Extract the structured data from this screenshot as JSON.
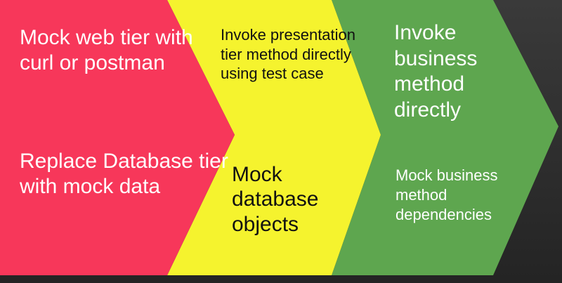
{
  "colors": {
    "background": "#2e2e2e",
    "red": "#f7375a",
    "yellow": "#f5f32e",
    "green": "#5ea64f"
  },
  "stages": [
    {
      "name": "red",
      "top_text": "Mock web tier with curl or postman",
      "bottom_text": "Replace Database tier with mock data"
    },
    {
      "name": "yellow",
      "top_text": "Invoke presentation tier method directly using test case",
      "bottom_text": "Mock database objects"
    },
    {
      "name": "green",
      "top_text": "Invoke business method directly",
      "bottom_text": "Mock business method dependencies"
    }
  ]
}
